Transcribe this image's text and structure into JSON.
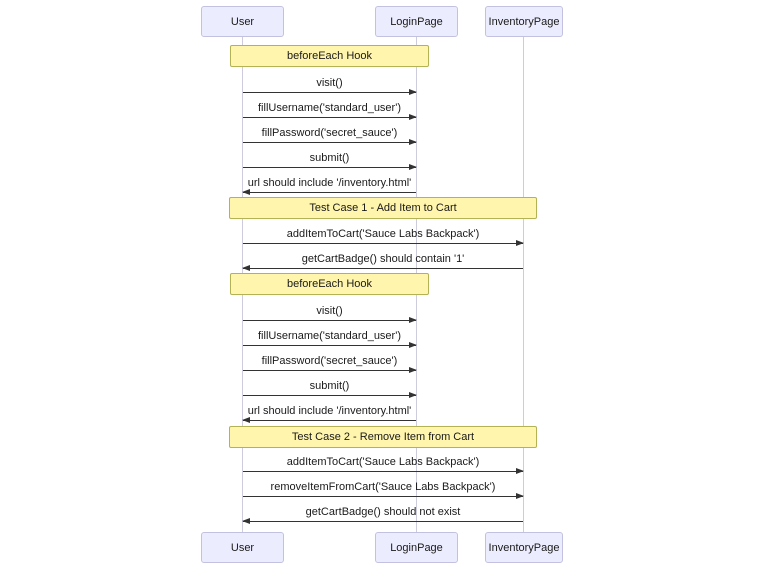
{
  "diagram": {
    "type": "sequence",
    "actors": [
      {
        "name": "User"
      },
      {
        "name": "LoginPage"
      },
      {
        "name": "InventoryPage"
      }
    ],
    "notes": [
      {
        "label": "beforeEach Hook",
        "span": "User-LoginPage"
      },
      {
        "label": "Test Case 1 - Add Item to Cart",
        "span": "User-InventoryPage"
      },
      {
        "label": "beforeEach Hook",
        "span": "User-LoginPage"
      },
      {
        "label": "Test Case 2 - Remove Item from Cart",
        "span": "User-InventoryPage"
      }
    ],
    "messages": [
      {
        "from": "User",
        "to": "LoginPage",
        "direction": "right",
        "label": "visit()"
      },
      {
        "from": "User",
        "to": "LoginPage",
        "direction": "right",
        "label": "fillUsername('standard_user')"
      },
      {
        "from": "User",
        "to": "LoginPage",
        "direction": "right",
        "label": "fillPassword('secret_sauce')"
      },
      {
        "from": "User",
        "to": "LoginPage",
        "direction": "right",
        "label": "submit()"
      },
      {
        "from": "LoginPage",
        "to": "User",
        "direction": "left",
        "label": "url should include '/inventory.html'"
      },
      {
        "from": "User",
        "to": "InventoryPage",
        "direction": "right",
        "label": "addItemToCart('Sauce Labs Backpack')"
      },
      {
        "from": "InventoryPage",
        "to": "User",
        "direction": "left",
        "label": "getCartBadge() should contain '1'"
      },
      {
        "from": "User",
        "to": "LoginPage",
        "direction": "right",
        "label": "visit()"
      },
      {
        "from": "User",
        "to": "LoginPage",
        "direction": "right",
        "label": "fillUsername('standard_user')"
      },
      {
        "from": "User",
        "to": "LoginPage",
        "direction": "right",
        "label": "fillPassword('secret_sauce')"
      },
      {
        "from": "User",
        "to": "LoginPage",
        "direction": "right",
        "label": "submit()"
      },
      {
        "from": "LoginPage",
        "to": "User",
        "direction": "left",
        "label": "url should include '/inventory.html'"
      },
      {
        "from": "User",
        "to": "InventoryPage",
        "direction": "right",
        "label": "addItemToCart('Sauce Labs Backpack')"
      },
      {
        "from": "User",
        "to": "InventoryPage",
        "direction": "right",
        "label": "removeItemFromCart('Sauce Labs Backpack')"
      },
      {
        "from": "InventoryPage",
        "to": "User",
        "direction": "left",
        "label": "getCartBadge() should not exist"
      }
    ],
    "colors": {
      "actor_fill": "#ECECFF",
      "actor_border": "#c2c2e0",
      "note_fill": "#FFF5AD",
      "note_border": "#b3b356",
      "message_line": "#333333",
      "lifeline": "#ccccdd",
      "background": "#ffffff"
    }
  }
}
